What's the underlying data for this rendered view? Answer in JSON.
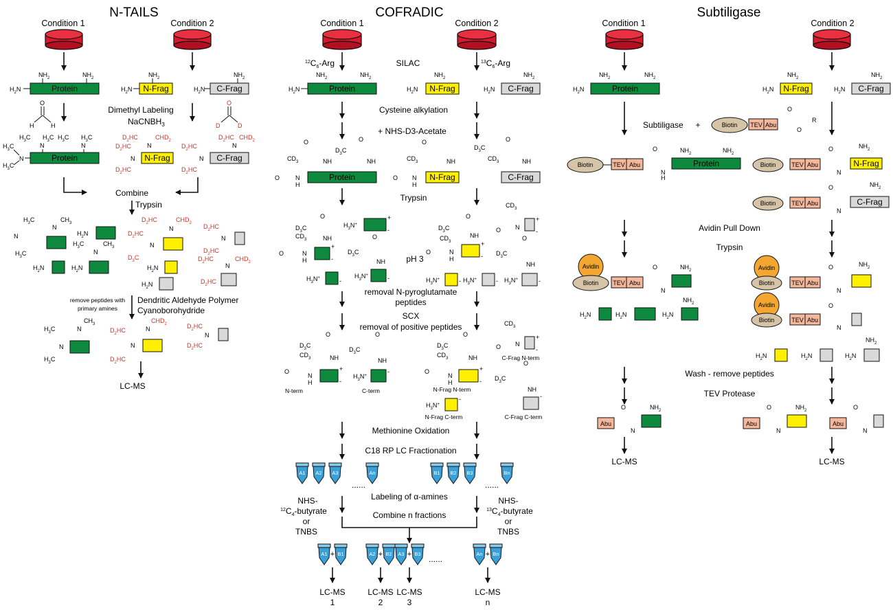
{
  "workflows": {
    "ntails": {
      "title": "N-TAILS"
    },
    "cofradic": {
      "title": "COFRADIC"
    },
    "subtiligase": {
      "title": "Subtiligase"
    }
  },
  "labels": {
    "condition1": "Condition 1",
    "condition2": "Condition 2",
    "protein": "Protein",
    "nfrag": "N-Frag",
    "cfrag": "C-Frag",
    "lcms": "LC-MS",
    "biotin": "Biotin",
    "tev": "TEV",
    "abu": "Abu",
    "avidin": "Avidin",
    "nh2": "NH",
    "h2n": "H",
    "nterm": "N-term",
    "cterm": "C-term",
    "nfrag_nterm": "N-Frag N-term",
    "nfrag_cterm": "N-Frag C-term",
    "cfrag_nterm": "C-Frag N-term",
    "cfrag_cterm": "C-Frag C-term"
  },
  "ntails_steps": {
    "dimethyl": "Dimethyl Labeling",
    "nacnbh": "NaCNBH",
    "combine": "Combine",
    "trypsin": "Trypsin",
    "remove_note": "remove peptides with",
    "remove_note2": "primary amines",
    "polymer": "Dendritic Aldehyde Polymer",
    "cyano": "Cyanoborohydride"
  },
  "cofradic_steps": {
    "silac": "SILAC",
    "arg12": "C",
    "arg13": "C",
    "arg_suffix": "-Arg",
    "cys": "Cysteine alkylation",
    "nhs": "+ NHS-D3-Acetate",
    "trypsin": "Trypsin",
    "ph3": "pH 3",
    "pyro1": "removal N-pyroglutamate",
    "pyro2": "peptides",
    "scx1": "SCX",
    "scx2": "removal of positive peptides",
    "met": "Methionine Oxidation",
    "c18": "C18 RP LC Fractionation",
    "alpha": "Labeling of α-amines",
    "combine_n": "Combine n fractions",
    "nhs_left1": "NHS-",
    "nhs_left2": "C",
    "nhs_left2b": "-butyrate",
    "or": "or",
    "tnbs": "TNBS",
    "tubes_a": [
      "A1",
      "A2",
      "A3",
      "An"
    ],
    "tubes_b": [
      "B1",
      "B2",
      "B3",
      "Bn"
    ],
    "pairs": [
      [
        "A1",
        "B1"
      ],
      [
        "A2",
        "B2"
      ],
      [
        "A3",
        "B3"
      ],
      [
        "An",
        "Bn"
      ]
    ],
    "outputs": [
      "1",
      "2",
      "3",
      "n"
    ],
    "dots": "......"
  },
  "subtiligase_steps": {
    "subtiligase": "Subtiligase",
    "plus": "+",
    "avidin_pull": "Avidin Pull Down",
    "trypsin": "Trypsin",
    "wash": "Wash - remove peptides",
    "tev_protease": "TEV Protease"
  },
  "colors": {
    "protein_green": "#0e8a3e",
    "nfrag_yellow": "#fff000",
    "cfrag_grey": "#d9d9d9",
    "dish_red": "#d7182a",
    "label_red": "#d62d20",
    "tube_blue": "#3aa0d8",
    "biotin_tan": "#d5c4a8",
    "tev_salmon": "#f4b79b",
    "avidin_orange": "#f3a630"
  }
}
